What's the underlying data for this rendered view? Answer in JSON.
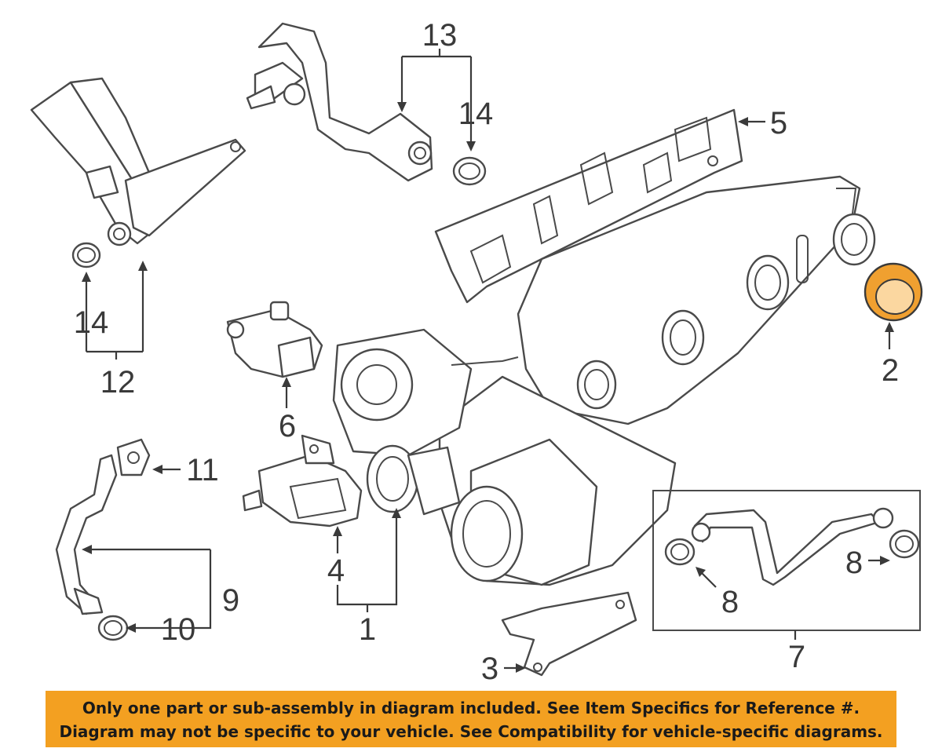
{
  "callouts": {
    "c1": "1",
    "c2": "2",
    "c3": "3",
    "c4": "4",
    "c5": "5",
    "c6": "6",
    "c7": "7",
    "c8a": "8",
    "c8b": "8",
    "c9": "9",
    "c10": "10",
    "c11": "11",
    "c12": "12",
    "c13": "13",
    "c14a": "14",
    "c14b": "14"
  },
  "colors": {
    "highlight": "#f0a030",
    "banner": "#f3a021",
    "line": "#4a4a4a"
  },
  "banner": {
    "line1": "Only one part or sub-assembly in diagram included. See Item Specifics for Reference #.",
    "line2": "Diagram may not be specific to your vehicle. See Compatibility for vehicle-specific diagrams."
  }
}
